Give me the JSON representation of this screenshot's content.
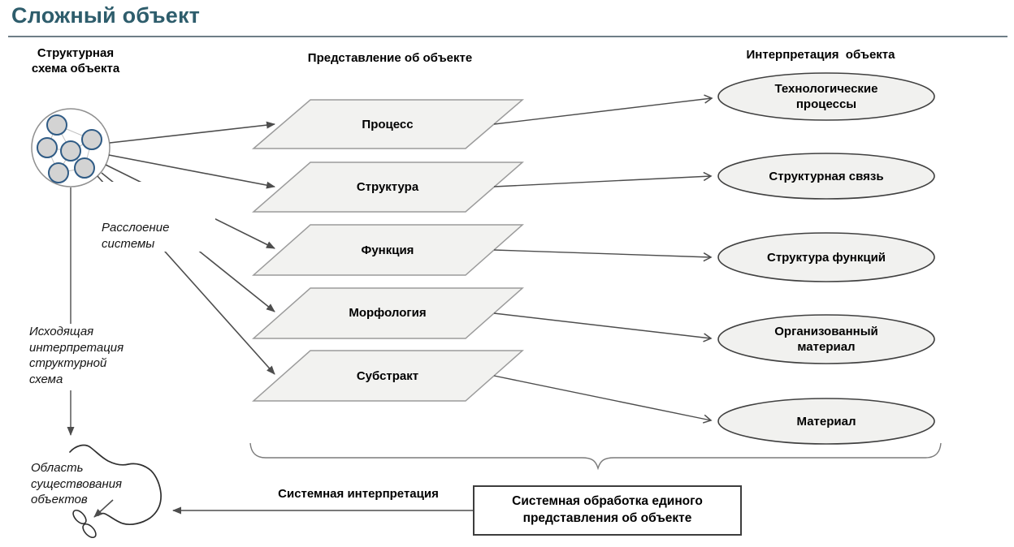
{
  "title": "Сложный объект",
  "columns": {
    "left": "Структурная\nсхема объекта",
    "center": "Представление об объекте",
    "right": "Интерпретация  объекта"
  },
  "rows": [
    {
      "representation": "Процесс",
      "interpretation": "Технологические процессы"
    },
    {
      "representation": "Структура",
      "interpretation": "Структурная связь"
    },
    {
      "representation": "Функция",
      "interpretation": "Структура функций"
    },
    {
      "representation": "Морфология",
      "interpretation": "Организованный материал"
    },
    {
      "representation": "Субстракт",
      "interpretation": "Материал"
    }
  ],
  "annotations": {
    "layering": "Расслоение\nсистемы",
    "outgoing_interpretation": "Исходящая\nинтерпретация\nструктурной\nсхема",
    "existence_domain": "Область\nсуществования\nобъектов",
    "system_interpretation": "Системная интерпретация"
  },
  "process_box": {
    "label": "Системная обработка единого\nпредставления об объекте"
  },
  "icons": {
    "network_graph": "network-graph-icon",
    "infinity_doodle": "infinity-doodle-icon",
    "brace": "curly-brace-shape"
  },
  "colors": {
    "title": "#2E5D6C",
    "rule": "#6E7E87",
    "shape_fill": "#F2F2F0",
    "parallelogram_border": "#9B9B9B",
    "ellipse_border": "#404040",
    "node_fill": "#D3D3D3",
    "node_border": "#2F5B85",
    "arrow": "#4D4D4D",
    "blob_stroke": "#2F2F2F",
    "text": "#000000"
  }
}
